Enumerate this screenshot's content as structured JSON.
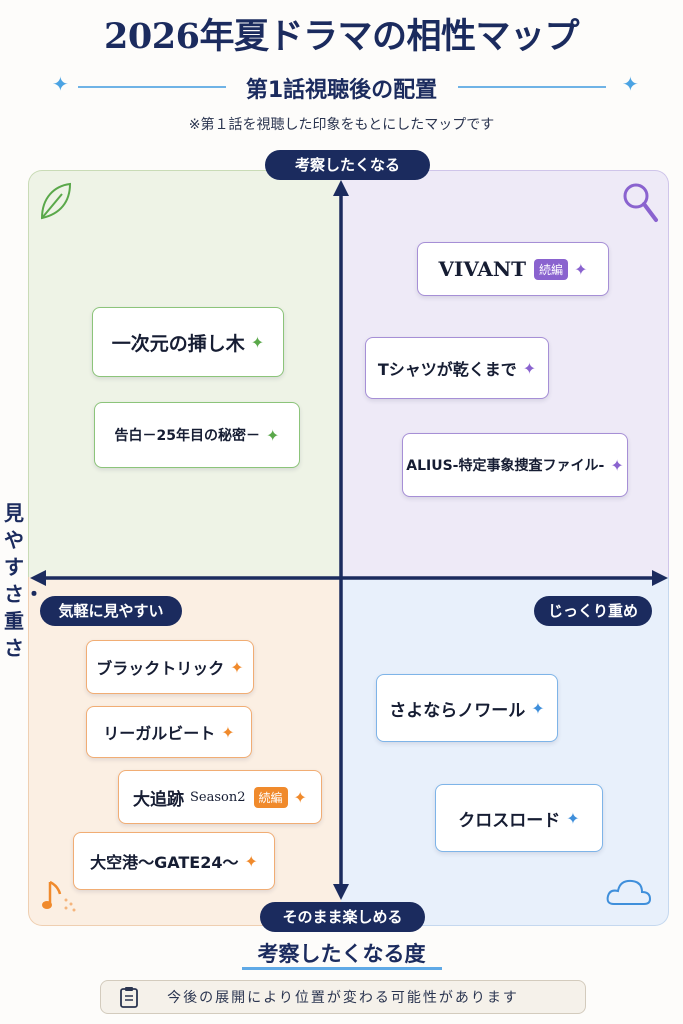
{
  "title": "2026年夏ドラマの相性マップ",
  "subtitle": "第1話視聴後の配置",
  "note_top": "※第１話を視聴した印象をもとにしたマップです",
  "axis": {
    "top": "考察したくなる",
    "bottom": "そのまま楽しめる",
    "left": "気軽に見やすい",
    "right": "じっくり重め",
    "x_title": "考察したくなる度",
    "y_title": "見やすさ・重さ"
  },
  "dramas": {
    "vivant": {
      "title": "VIVANT",
      "badge": "続編"
    },
    "tshirt": {
      "title": "Tシャツが乾くまで"
    },
    "alius": {
      "title": "ALIUS-特定事象捜査ファイル-"
    },
    "ichiji": {
      "title": "一次元の挿し木"
    },
    "kokuhaku": {
      "title": "告白－25年目の秘密－"
    },
    "blacktrick": {
      "title": "ブラックトリック"
    },
    "legalbeat": {
      "title": "リーガルビート"
    },
    "daitsuiseki": {
      "title": "大追跡",
      "season": "Season2",
      "badge": "続編"
    },
    "daikuko": {
      "title": "大空港～GATE24～"
    },
    "sayonara": {
      "title": "さよならノワール"
    },
    "crossroad": {
      "title": "クロスロード"
    }
  },
  "footer": "今後の展開により位置が変わる可能性があります",
  "colors": {
    "navy": "#1b2b5e",
    "green": "#8cc47a",
    "purple": "#a68fd6",
    "orange": "#f1ad74",
    "blue": "#7eb4e8",
    "badge_purple": "#8a63cf",
    "badge_orange": "#f08a2c"
  },
  "icons": [
    "leaf-icon",
    "magnifier-icon",
    "music-note-icon",
    "cloud-icon",
    "clipboard-icon",
    "sparkle-icon"
  ]
}
